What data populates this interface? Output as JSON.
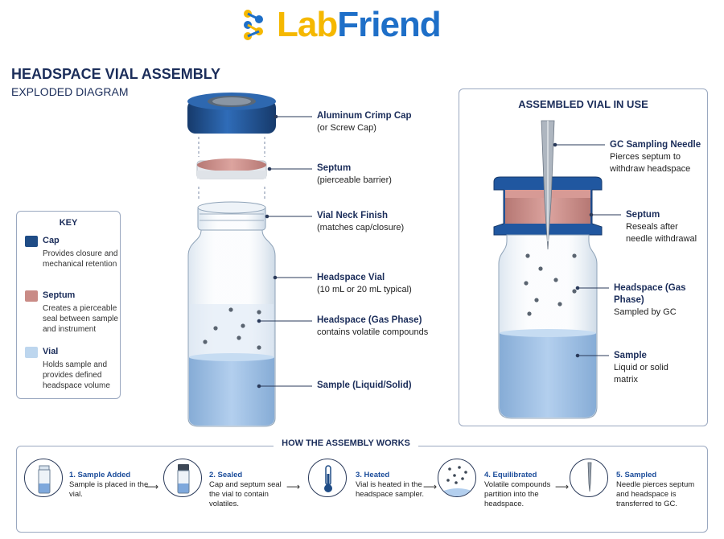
{
  "brand": {
    "part1": "Lab",
    "part2": "Friend"
  },
  "header": {
    "title": "HEADSPACE VIAL ASSEMBLY",
    "subtitle": "EXPLODED DIAGRAM"
  },
  "exploded_labels": [
    {
      "title": "Aluminum Crimp Cap",
      "desc": "(or Screw Cap)"
    },
    {
      "title": "Septum",
      "desc": "(pierceable barrier)"
    },
    {
      "title": "Vial Neck Finish",
      "desc": "(matches cap/closure)"
    },
    {
      "title": "Headspace Vial",
      "desc": "(10 mL or 20 mL typical)"
    },
    {
      "title": "Headspace (Gas Phase)",
      "desc": "contains volatile compounds"
    },
    {
      "title": "Sample (Liquid/Solid)",
      "desc": ""
    }
  ],
  "key": {
    "title": "KEY",
    "items": [
      {
        "name": "Cap",
        "desc": "Provides closure and mechanical retention",
        "color": "#1f4c86"
      },
      {
        "name": "Septum",
        "desc": "Creates a pierceable seal between sample and instrument",
        "color": "#c98b86"
      },
      {
        "name": "Vial",
        "desc": "Holds sample and provides defined headspace volume",
        "color": "#bdd6ee"
      }
    ]
  },
  "assembled": {
    "title": "ASSEMBLED VIAL IN USE",
    "labels": [
      {
        "title": "GC Sampling Needle",
        "desc": "Pierces septum to withdraw headspace"
      },
      {
        "title": "Septum",
        "desc": "Reseals after needle withdrawal"
      },
      {
        "title": "Headspace (Gas Phase)",
        "desc": "Sampled by GC"
      },
      {
        "title": "Sample",
        "desc": "Liquid or solid matrix"
      }
    ]
  },
  "how": {
    "title": "HOW THE ASSEMBLY WORKS",
    "steps": [
      {
        "title": "1. Sample Added",
        "desc": "Sample is placed in the vial."
      },
      {
        "title": "2. Sealed",
        "desc": "Cap and septum seal the vial to contain volatiles."
      },
      {
        "title": "3. Heated",
        "desc": "Vial is heated in the headspace sampler."
      },
      {
        "title": "4. Equilibrated",
        "desc": "Volatile compounds partition into the headspace."
      },
      {
        "title": "5. Sampled",
        "desc": "Needle pierces septum and headspace is transferred to GC."
      }
    ]
  },
  "colors": {
    "cap": "#1f4c86",
    "septum": "#c98b86",
    "vial": "#bdd6ee",
    "liquid": "#9ec1e6",
    "accent": "#1b2d5a"
  }
}
